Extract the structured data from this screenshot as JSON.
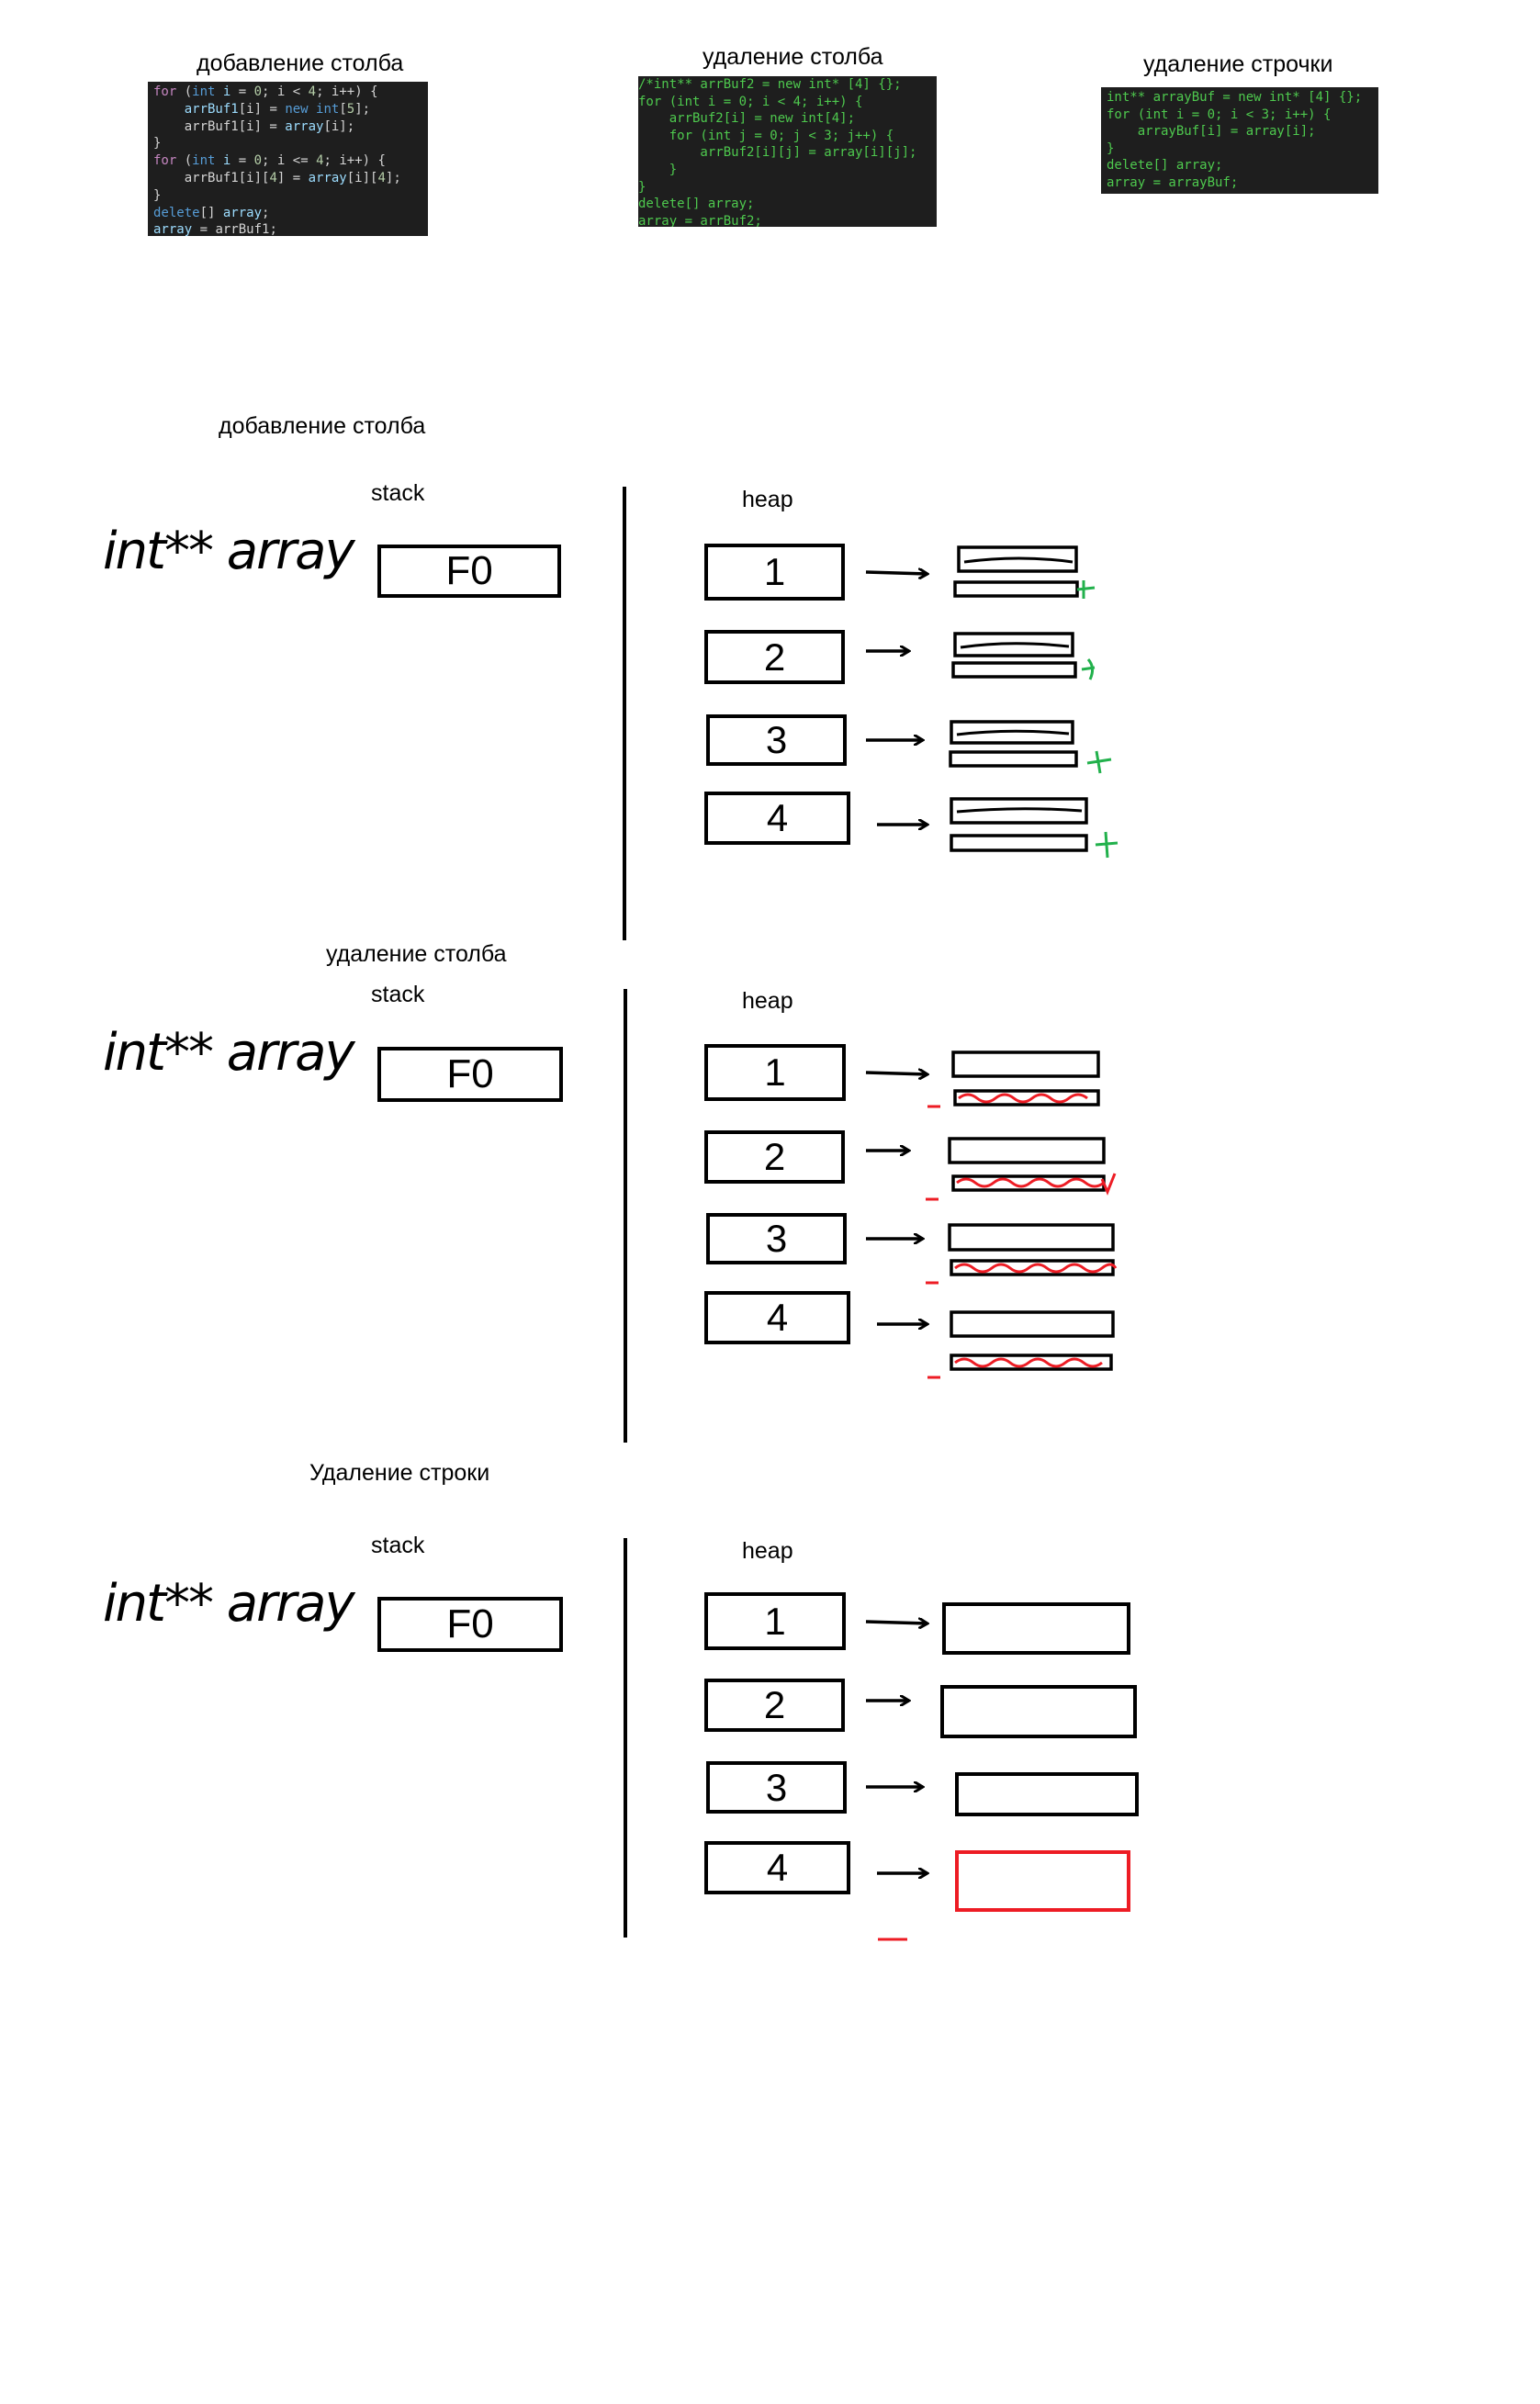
{
  "top_snippets": [
    {
      "title": "добавление столба",
      "style": "vscode",
      "lines": [
        "for (int i = 0; i < 4; i++) {",
        "    arrBuf1[i] = new int[5];",
        "    arrBuf1[i] = array[i];",
        "}",
        "for (int i = 0; i <= 4; i++) {",
        "    arrBuf1[i][4] = array[i][4];",
        "}",
        "delete[] array;",
        "array = arrBuf1;"
      ]
    },
    {
      "title": "удаление столба",
      "style": "green",
      "lines": [
        "/*int** arrBuf2 = new int* [4] {};",
        "for (int i = 0; i < 4; i++) {",
        "    arrBuf2[i] = new int[4];",
        "    for (int j = 0; j < 3; j++) {",
        "        arrBuf2[i][j] = array[i][j];",
        "    }",
        "}",
        "delete[] array;",
        "array = arrBuf2;"
      ]
    },
    {
      "title": "удаление строчки",
      "style": "green",
      "lines": [
        "int** arrayBuf = new int* [4] {};",
        "for (int i = 0; i < 3; i++) {",
        "    arrayBuf[i] = array[i];",
        "}",
        "delete[] array;",
        "array = arrayBuf;"
      ]
    }
  ],
  "sections": [
    {
      "title": "добавление столба",
      "stack_label": "stack",
      "heap_label": "heap",
      "variable": "int** array",
      "address": "F0",
      "rows": [
        "1",
        "2",
        "3",
        "4"
      ],
      "marker": "+"
    },
    {
      "title": "удаление столба",
      "stack_label": "stack",
      "heap_label": "heap",
      "variable": "int** array",
      "address": "F0",
      "rows": [
        "1",
        "2",
        "3",
        "4"
      ],
      "marker": "−"
    },
    {
      "title": "Удаление строки",
      "stack_label": "stack",
      "heap_label": "heap",
      "variable": "int** array",
      "address": "F0",
      "rows": [
        "1",
        "2",
        "3",
        "4"
      ],
      "marker": "−"
    }
  ],
  "colors": {
    "code_bg": "#1e1e1e",
    "green_code": "#4ec94e",
    "added": "#22b14c",
    "removed": "#ed1c24",
    "ink": "#000000"
  }
}
